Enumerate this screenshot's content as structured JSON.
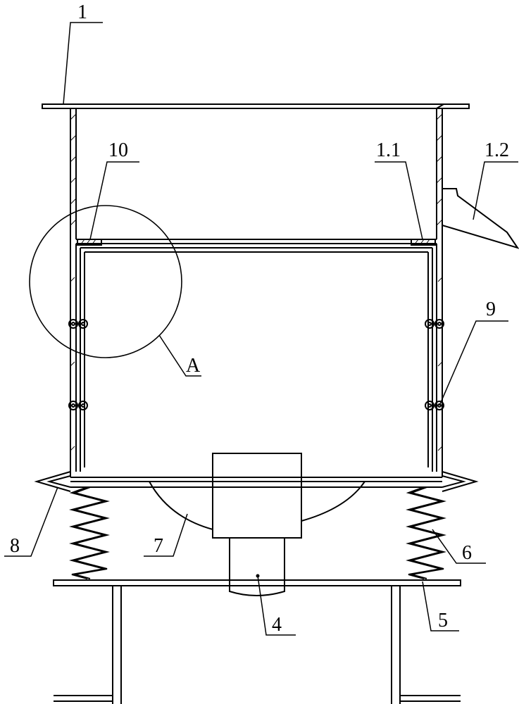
{
  "callouts": [
    {
      "id": "1",
      "label": "1"
    },
    {
      "id": "1_1",
      "label": "1.1"
    },
    {
      "id": "1_2",
      "label": "1.2"
    },
    {
      "id": "4",
      "label": "4"
    },
    {
      "id": "5",
      "label": "5"
    },
    {
      "id": "6",
      "label": "6"
    },
    {
      "id": "7",
      "label": "7"
    },
    {
      "id": "8",
      "label": "8"
    },
    {
      "id": "9",
      "label": "9"
    },
    {
      "id": "10",
      "label": "10"
    },
    {
      "id": "A",
      "label": "A"
    }
  ],
  "colors": {
    "line": "#000000",
    "background": "#ffffff"
  }
}
